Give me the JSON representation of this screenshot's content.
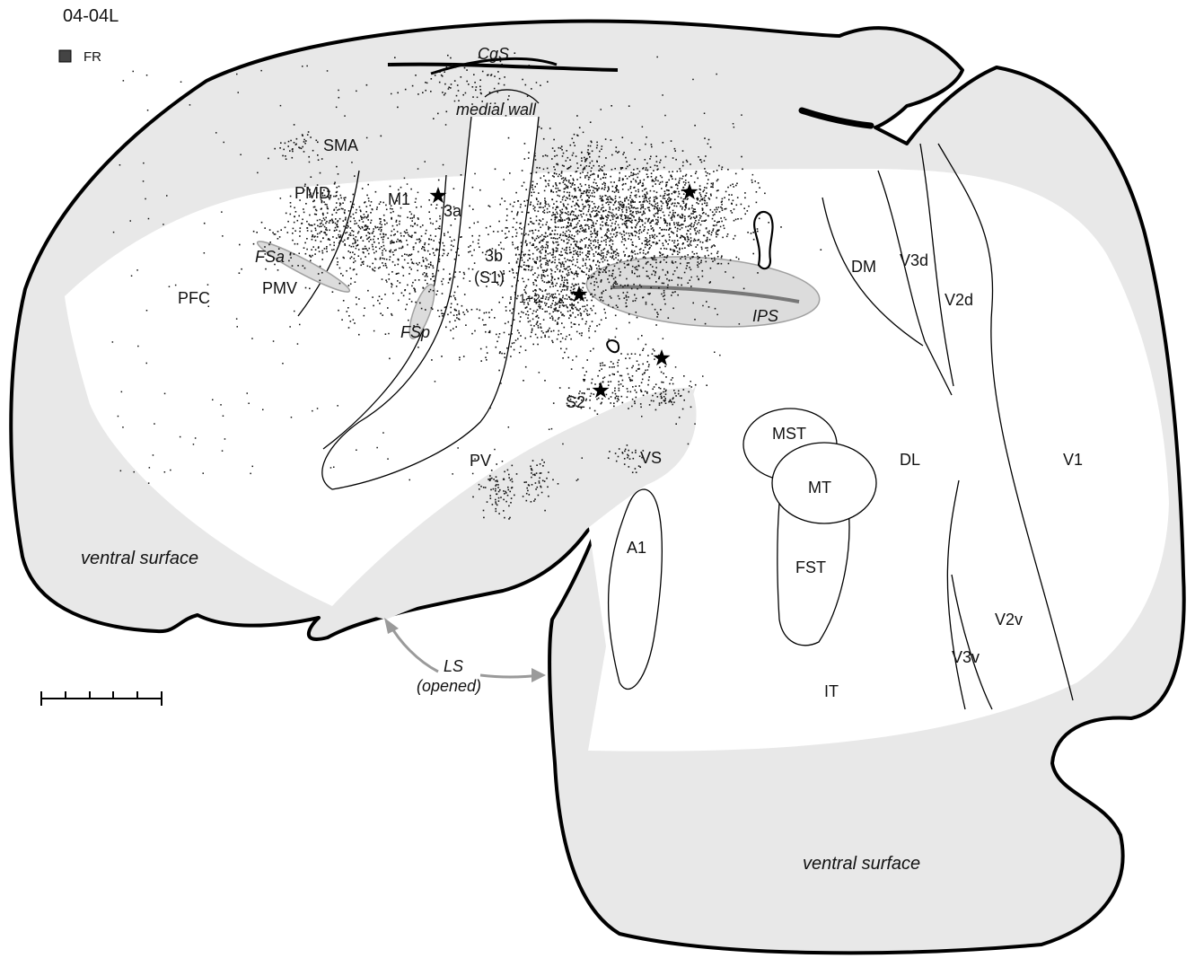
{
  "header": {
    "case_id": "04-04L",
    "legend_label": "FR",
    "legend_color": "#444444"
  },
  "colors": {
    "surface_fill": "#e8e8e8",
    "lateral_fill": "#ffffff",
    "outline": "#000000",
    "dots": "#111111",
    "arrow": "#9a9a9a"
  },
  "labels": {
    "cgs": "CgS",
    "medial_wall": "medial wall",
    "sma": "SMA",
    "pmd": "PMD",
    "m1": "M1",
    "a3a": "3a",
    "a3b": "3b",
    "s1": "(S1)",
    "a12": "1+2",
    "fsa": "FSa",
    "pmv": "PMV",
    "pfc": "PFC",
    "fsp": "FSp",
    "ips": "IPS",
    "dm": "DM",
    "v3d": "V3d",
    "v2d": "V2d",
    "s2": "S2",
    "pv": "PV",
    "vs": "VS",
    "mst": "MST",
    "mt": "MT",
    "dl": "DL",
    "v1": "V1",
    "a1": "A1",
    "fst": "FST",
    "v2v": "V2v",
    "v3v": "V3v",
    "it": "IT",
    "ls": "LS",
    "ls_opened": "(opened)",
    "ventral_left": "ventral surface",
    "ventral_bottom": "ventral surface"
  },
  "stars": [
    "star-3a",
    "star-ips-upper",
    "star-1-2",
    "star-s2-upper",
    "star-s2-lower"
  ]
}
